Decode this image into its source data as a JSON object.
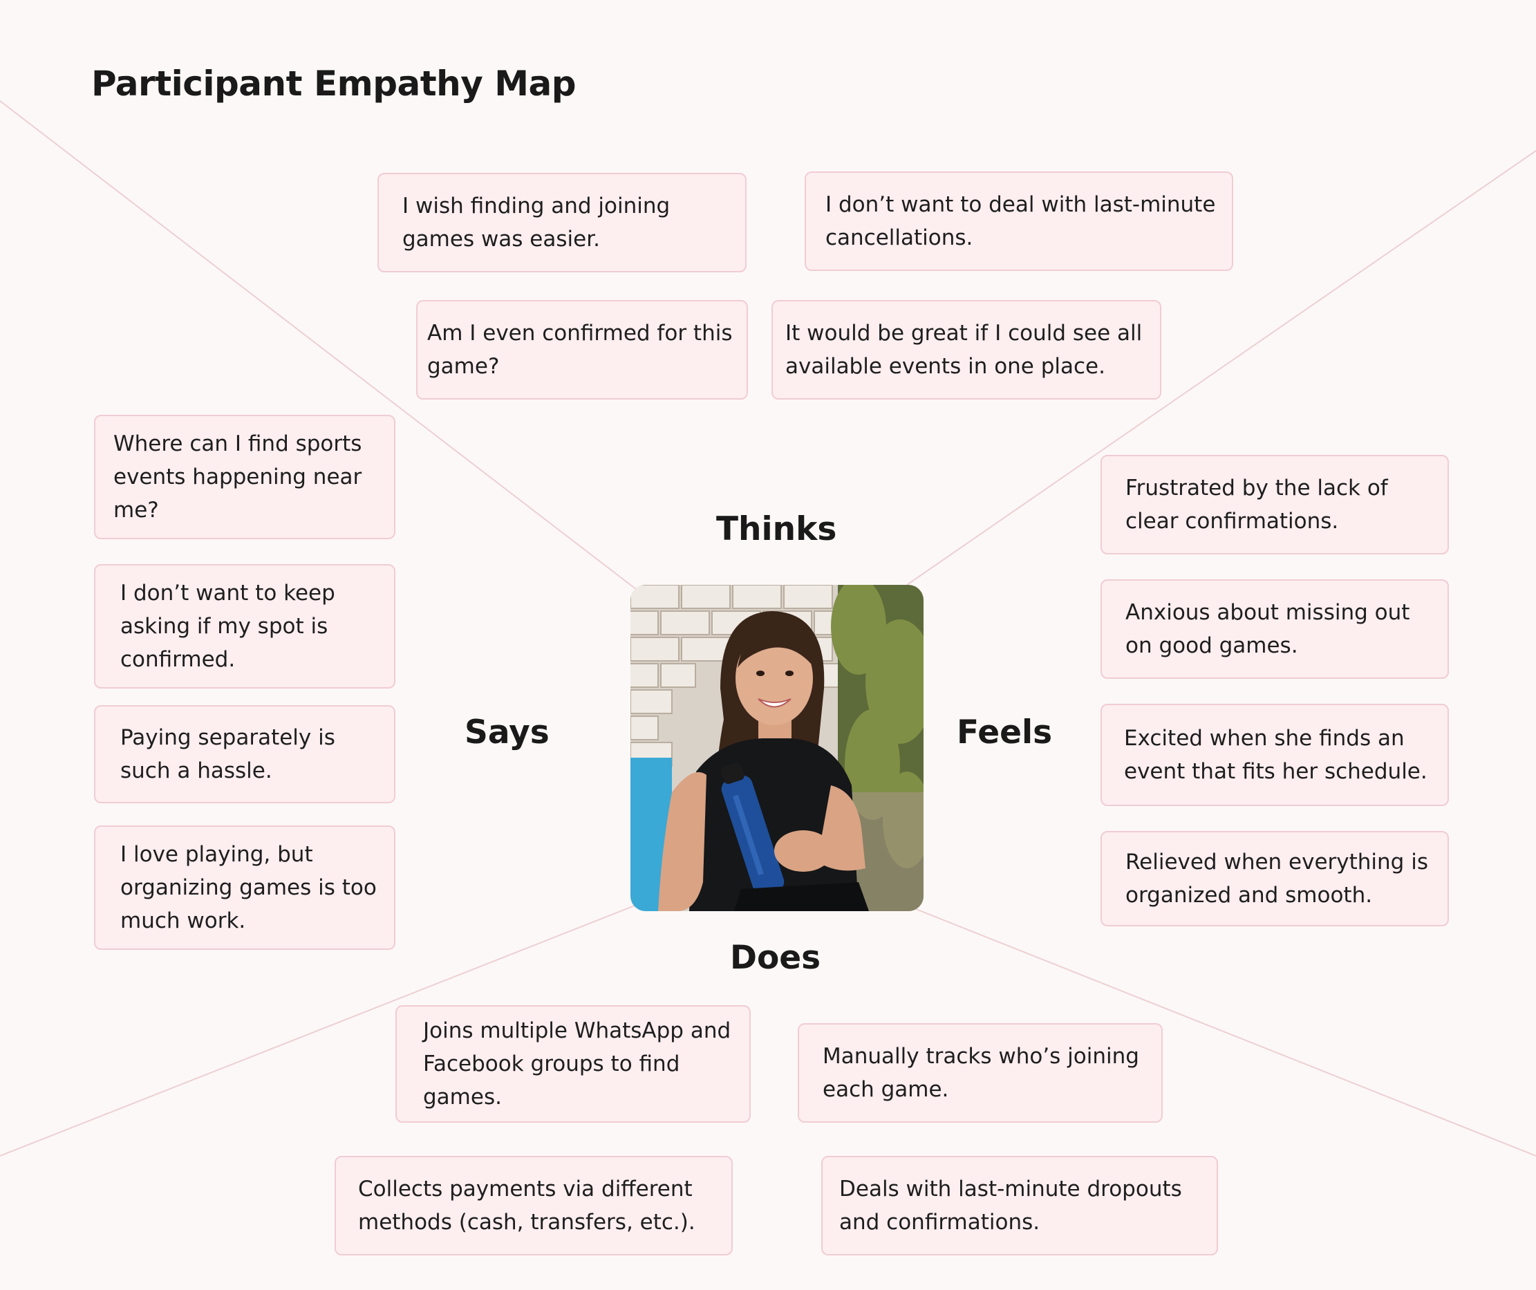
{
  "title": "Participant Empathy Map",
  "quadrants": {
    "thinks": "Thinks",
    "says": "Says",
    "feels": "Feels",
    "does": "Does"
  },
  "thinks": [
    "I wish finding and joining games was easier.",
    "I don’t want to deal with last-minute cancellations.",
    "Am I even confirmed for this game?",
    "It would be great if I could see all available events in one place."
  ],
  "says": [
    "Where can I find sports events happening near me?",
    "I don’t want to keep asking if my spot is confirmed.",
    "Paying separately is such a hassle.",
    "I love playing, but organizing games is too much work."
  ],
  "feels": [
    "Frustrated by the lack of clear confirmations.",
    "Anxious about missing out on good games.",
    "Excited when she finds an event that fits her schedule.",
    "Relieved when everything is organized and smooth."
  ],
  "does": [
    "Joins multiple WhatsApp and Facebook groups to find games.",
    "Manually tracks who’s joining each game.",
    "Collects payments via different methods (cash, transfers, etc.).",
    "Deals with last-minute dropouts and confirmations."
  ],
  "colors": {
    "background": "#fcf8f7",
    "card": "#fdeef0",
    "card_border": "#f0cdd3",
    "divider": "#ecd0d3"
  },
  "icons": {
    "persona": "persona-photo"
  }
}
